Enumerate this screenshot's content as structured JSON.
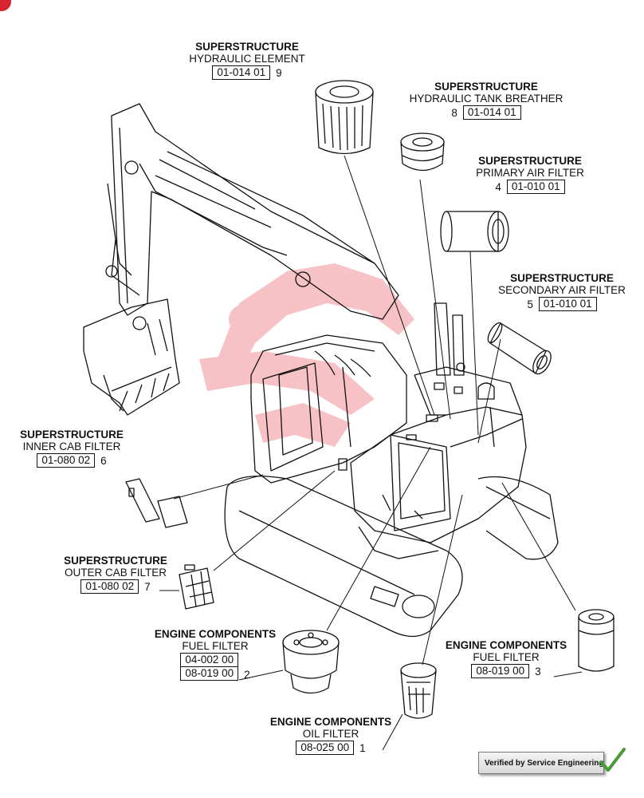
{
  "labels": [
    {
      "id": "hydraulic-element",
      "section": "SUPERSTRUCTURE",
      "name": "HYDRAULIC ELEMENT",
      "codes": [
        "01-014 01"
      ],
      "number": "9",
      "number_side": "right"
    },
    {
      "id": "hydraulic-tank-breather",
      "section": "SUPERSTRUCTURE",
      "name": "HYDRAULIC TANK BREATHER",
      "codes": [
        "01-014 01"
      ],
      "number": "8",
      "number_side": "left"
    },
    {
      "id": "primary-air-filter",
      "section": "SUPERSTRUCTURE",
      "name": "PRIMARY AIR FILTER",
      "codes": [
        "01-010 01"
      ],
      "number": "4",
      "number_side": "left"
    },
    {
      "id": "secondary-air-filter",
      "section": "SUPERSTRUCTURE",
      "name": "SECONDARY AIR FILTER",
      "codes": [
        "01-010 01"
      ],
      "number": "5",
      "number_side": "left"
    },
    {
      "id": "inner-cab-filter",
      "section": "SUPERSTRUCTURE",
      "name": "INNER CAB FILTER",
      "codes": [
        "01-080 02"
      ],
      "number": "6",
      "number_side": "right"
    },
    {
      "id": "outer-cab-filter",
      "section": "SUPERSTRUCTURE",
      "name": "OUTER CAB FILTER",
      "codes": [
        "01-080 02"
      ],
      "number": "7",
      "number_side": "right"
    },
    {
      "id": "fuel-filter-2",
      "section": "ENGINE COMPONENTS",
      "name": "FUEL FILTER",
      "codes": [
        "04-002 00",
        "08-019 00"
      ],
      "number": "2",
      "number_side": "right"
    },
    {
      "id": "fuel-filter-3",
      "section": "ENGINE COMPONENTS",
      "name": "FUEL FILTER",
      "codes": [
        "08-019 00"
      ],
      "number": "3",
      "number_side": "right"
    },
    {
      "id": "oil-filter",
      "section": "ENGINE COMPONENTS",
      "name": "OIL FILTER",
      "codes": [
        "08-025 00"
      ],
      "number": "1",
      "number_side": "right"
    }
  ],
  "badge": {
    "text": "Verified by Service Engineering"
  },
  "colors": {
    "line": "#111111",
    "watermark": "#e8545c",
    "check": "#4a9a3a"
  }
}
